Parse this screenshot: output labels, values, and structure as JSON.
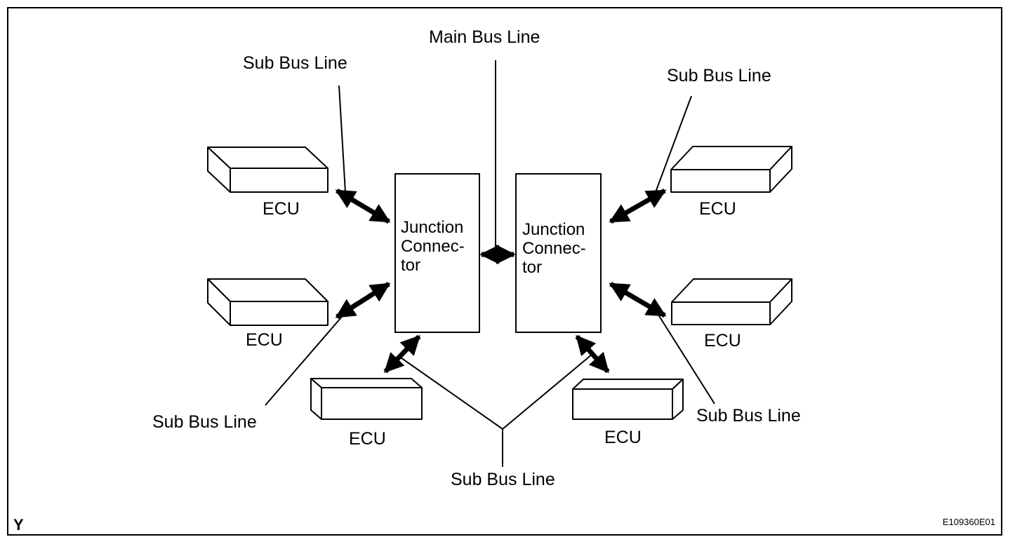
{
  "labels": {
    "main_bus_line": "Main Bus Line",
    "sub_bus_line_top_left": "Sub Bus Line",
    "sub_bus_line_top_right": "Sub Bus Line",
    "sub_bus_line_bottom_left": "Sub Bus Line",
    "sub_bus_line_bottom_right": "Sub Bus Line",
    "sub_bus_line_bottom_center": "Sub Bus Line"
  },
  "ecus": [
    "ECU",
    "ECU",
    "ECU",
    "ECU",
    "ECU",
    "ECU"
  ],
  "junction_connectors": [
    {
      "line1": "Junction",
      "line2": "Connec-",
      "line3": "tor"
    },
    {
      "line1": "Junction",
      "line2": "Connec-",
      "line3": "tor"
    }
  ],
  "corner": {
    "left": "Y",
    "right": "E109360E01"
  }
}
